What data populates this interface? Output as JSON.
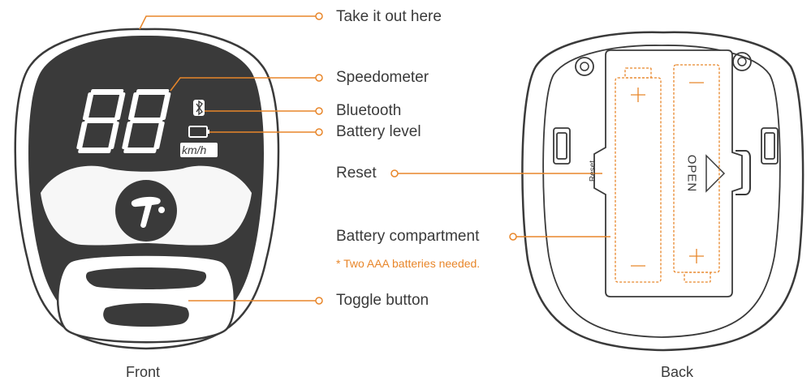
{
  "colors": {
    "accent": "#e8862a",
    "outline": "#3a3a3a",
    "text": "#3a3a3a",
    "shell": "#ffffff"
  },
  "callouts": {
    "take_out": "Take it out here",
    "speedometer": "Speedometer",
    "bluetooth": "Bluetooth",
    "battery_level": "Battery level",
    "reset": "Reset",
    "battery_compartment": "Battery compartment",
    "battery_note": "* Two AAA batteries needed.",
    "toggle_button": "Toggle button"
  },
  "device_front": {
    "speed_unit": "km/h",
    "display_digits": "88",
    "logo_icon": "segway-logo-icon",
    "bluetooth_icon": "bluetooth-icon",
    "battery_icon": "battery-icon"
  },
  "device_back": {
    "reset_text": "Reset",
    "open_text": "OPEN",
    "plus_sign": "+",
    "minus_sign": "−"
  },
  "captions": {
    "front": "Front",
    "back": "Back"
  }
}
